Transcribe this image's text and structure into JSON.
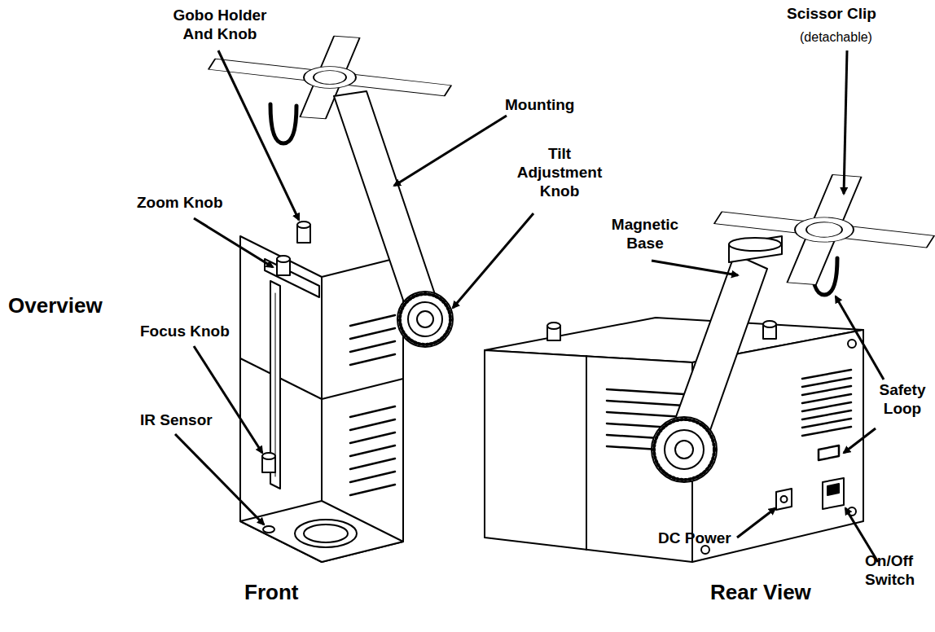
{
  "diagram": {
    "labels": [
      "Gobo Holder And Knob",
      "Mounting",
      "Tilt Adjustment Knob",
      "Zoom Knob",
      "Overview",
      "Focus Knob",
      "IR Sensor",
      "Front",
      "Scissor Clip",
      "(detachable)",
      "Magnetic Base",
      "Safety Loop",
      "DC Power",
      "On/Off Switch",
      "Rear View"
    ]
  }
}
